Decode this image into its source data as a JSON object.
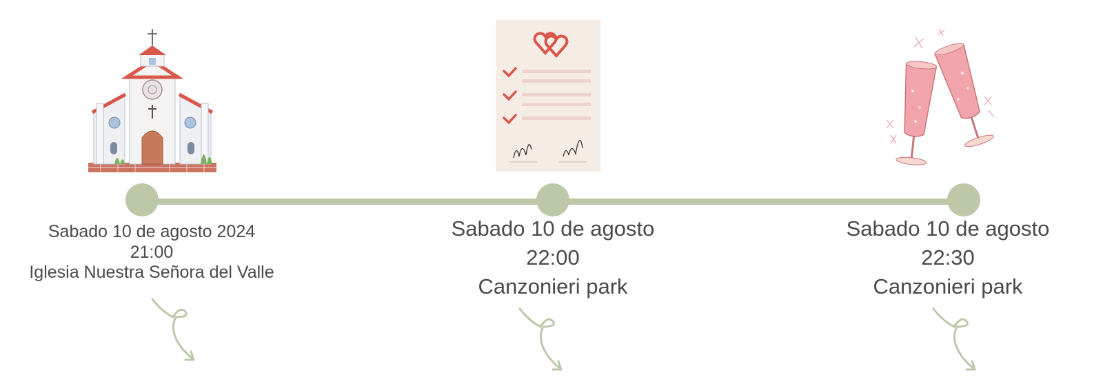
{
  "events": [
    {
      "illustration": "church-icon",
      "date": "Sabado 10 de agosto 2024",
      "time": "21:00",
      "place": "Iglesia Nuestra Señora del Valle"
    },
    {
      "illustration": "marriage-certificate-icon",
      "date": "Sabado 10 de agosto",
      "time": "22:00",
      "place": "Canzonieri park"
    },
    {
      "illustration": "champagne-toast-icon",
      "date": "Sabado 10 de agosto",
      "time": "22:30",
      "place": "Canzonieri park"
    }
  ],
  "colors": {
    "timeline": "#bcc8a8",
    "accent_red": "#d9574a",
    "text": "#4a4a4a"
  }
}
